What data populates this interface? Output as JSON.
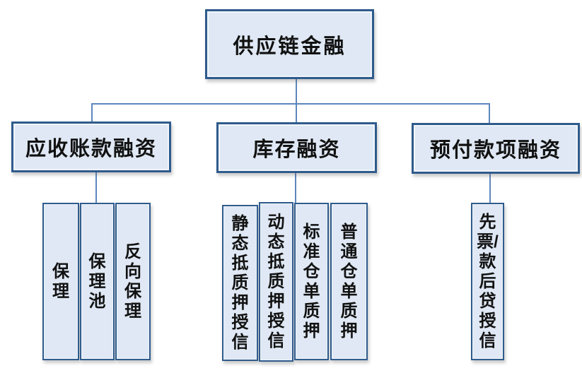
{
  "diagram": {
    "root": {
      "label": "供应链金融"
    },
    "branches": [
      {
        "label": "应收账款融资",
        "children": [
          {
            "text": "保\n理"
          },
          {
            "text": "保\n理\n池"
          },
          {
            "text": "反\n向\n保\n理"
          }
        ]
      },
      {
        "label": "库存融资",
        "children": [
          {
            "text": "静\n态\n抵\n质\n押\n授\n信"
          },
          {
            "text": "动\n态\n抵\n质\n押\n授\n信"
          },
          {
            "text": "标\n准\n仓\n单\n质\n押"
          },
          {
            "text": "普\n通\n仓\n单\n质\n押"
          }
        ]
      },
      {
        "label": "预付款项融资",
        "children": [
          {
            "text": "先\n票/\n款\n后\n贷\n授\n信"
          }
        ]
      }
    ],
    "colors": {
      "node_fill": "#dfe8f4",
      "node_border": "#2f5b8c",
      "connector": "#5d87bd",
      "text": "#111111",
      "background": "#ffffff"
    }
  }
}
